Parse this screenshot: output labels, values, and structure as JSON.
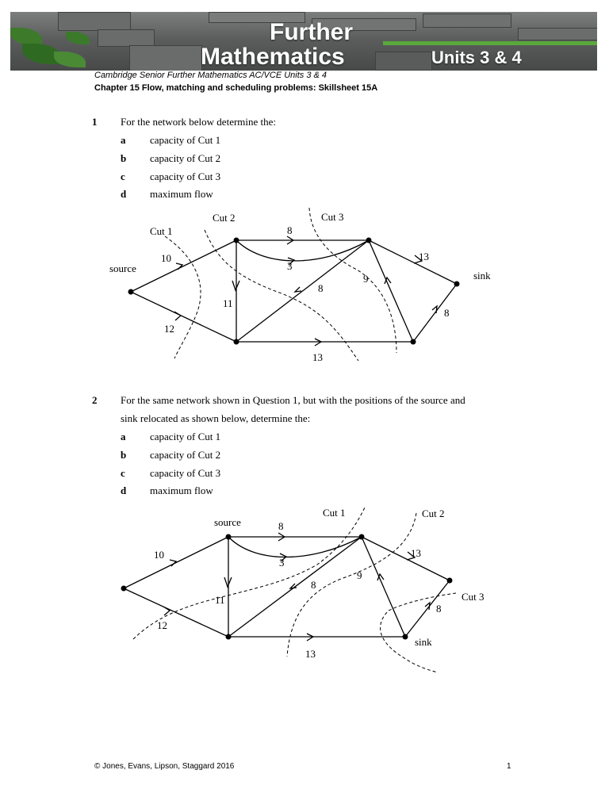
{
  "header": {
    "title_line1": "Further",
    "title_line2": "Mathematics",
    "units": "Units 3 & 4",
    "subtitle": "Cambridge Senior Further Mathematics AC/VCE Units 3 & 4",
    "chapter": "Chapter 15 Flow, matching and scheduling problems: Skillsheet 15A"
  },
  "questions": [
    {
      "number": "1",
      "text": "For the network below determine the:",
      "text2": "",
      "items": [
        {
          "letter": "a",
          "text": "capacity of Cut 1"
        },
        {
          "letter": "b",
          "text": "capacity of Cut 2"
        },
        {
          "letter": "c",
          "text": "capacity of Cut 3"
        },
        {
          "letter": "d",
          "text": "maximum flow"
        }
      ]
    },
    {
      "number": "2",
      "text": "For the same network shown in Question 1, but with the positions of the source and",
      "text2": "sink relocated as shown below, determine the:",
      "items": [
        {
          "letter": "a",
          "text": "capacity of Cut 1"
        },
        {
          "letter": "b",
          "text": "capacity of Cut 2"
        },
        {
          "letter": "c",
          "text": "capacity of Cut 3"
        },
        {
          "letter": "d",
          "text": "maximum flow"
        }
      ]
    }
  ],
  "diagram1": {
    "labels": {
      "source": "source",
      "sink": "sink",
      "cut1": "Cut 1",
      "cut2": "Cut 2",
      "cut3": "Cut 3",
      "w10": "10",
      "w12": "12",
      "w11": "11",
      "w8top": "8",
      "w3": "3",
      "w8diag": "8",
      "w9": "9",
      "w13right": "13",
      "w8right": "8",
      "w13bottom": "13"
    }
  },
  "diagram2": {
    "labels": {
      "source": "source",
      "sink": "sink",
      "cut1": "Cut 1",
      "cut2": "Cut 2",
      "cut3": "Cut 3",
      "w10": "10",
      "w12": "12",
      "w11": "11",
      "w8top": "8",
      "w3": "3",
      "w8diag": "8",
      "w9": "9",
      "w13right": "13",
      "w8right": "8",
      "w13bottom": "13"
    }
  },
  "footer": {
    "copyright": "© Jones, Evans, Lipson, Staggard 2016",
    "page": "1"
  },
  "colors": {
    "banner_green": "#5aa83a",
    "banner_stone": "#5c5e5e"
  }
}
